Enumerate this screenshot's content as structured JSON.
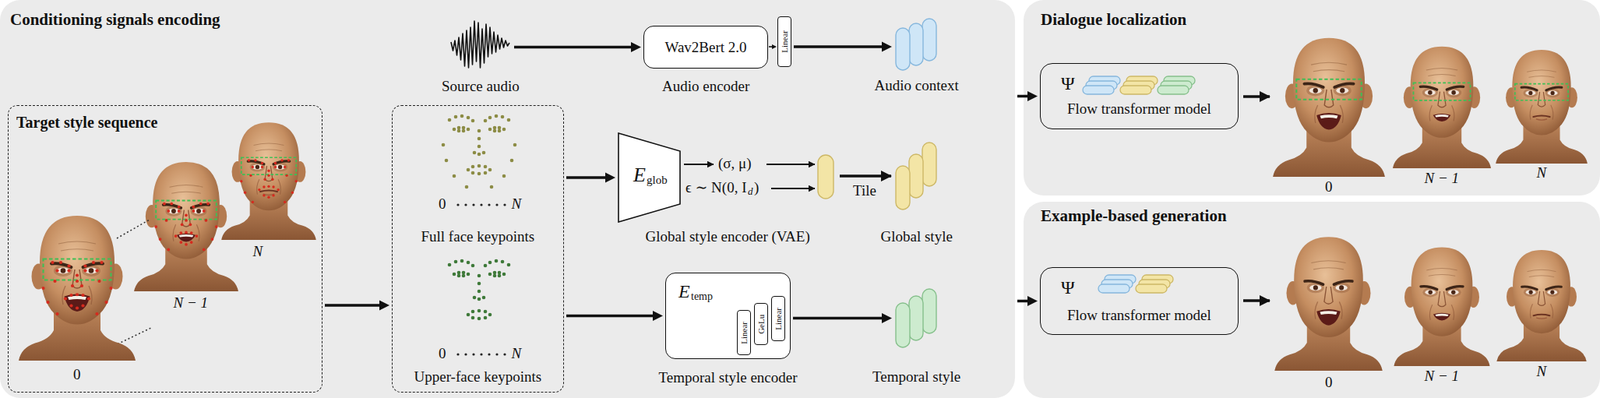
{
  "diagram": {
    "nodes": [
      {
        "text": [
          "Conditioning signals encoding"
        ]
      },
      {
        "text": [
          "Target style sequence"
        ],
        "in": 0
      },
      {
        "text": [
          "Full face keypoints",
          "Upper-face keypoints"
        ],
        "in": 0
      },
      {
        "text": [
          "Source audio"
        ],
        "in": 0
      },
      {
        "text": [
          "Wav2Bert 2.0",
          "Audio encoder"
        ],
        "in": 0
      },
      {
        "text": [
          "Linear"
        ],
        "in": 0
      },
      {
        "text": [
          "Audio context"
        ],
        "in": 0
      },
      {
        "text": [
          "E",
          "glob",
          "Global style encoder (VAE)"
        ],
        "in": 0
      },
      {
        "text": [
          "Global style"
        ],
        "in": 0
      },
      {
        "text": [
          "E",
          "temp",
          "Temporal style encoder"
        ],
        "in": 0
      },
      {
        "text": [
          "Linear"
        ],
        "in": 9
      },
      {
        "text": [
          "GeLu"
        ],
        "in": 9
      },
      {
        "text": [
          "Linear"
        ],
        "in": 9
      },
      {
        "text": [
          "Temporal style"
        ],
        "in": 0
      },
      {
        "text": [
          "Dialogue localization"
        ]
      },
      {
        "text": [
          "Ψ",
          "Flow transformer model"
        ],
        "in": 14
      },
      {
        "text": [
          "Example-based generation"
        ]
      },
      {
        "text": [
          "Ψ",
          "Flow transformer model"
        ],
        "in": 16
      }
    ],
    "edges": [
      {
        "from": 1,
        "to": 2,
        "arrow": "to"
      },
      {
        "from": 3,
        "to": 4,
        "arrow": "to"
      },
      {
        "from": 4,
        "to": 5,
        "arrow": "to"
      },
      {
        "from": 5,
        "to": 6,
        "arrow": "to"
      },
      {
        "from": 2,
        "to": 7,
        "arrow": "to"
      },
      {
        "from": 2,
        "to": 9,
        "arrow": "to"
      },
      {
        "from": 9,
        "to": 13,
        "arrow": "to"
      },
      {
        "from": 0,
        "to": 15,
        "arrow": "to"
      },
      {
        "from": 0,
        "to": 17,
        "arrow": "to"
      }
    ],
    "labels": [
      "N",
      "N − 1",
      "0",
      "0",
      "N",
      "0",
      "N",
      "(σ, μ)",
      "ϵ ∼ N(0, I",
      "d",
      ")",
      "Tile",
      "0",
      "N − 1",
      "N",
      "0",
      "N − 1",
      "N"
    ]
  }
}
